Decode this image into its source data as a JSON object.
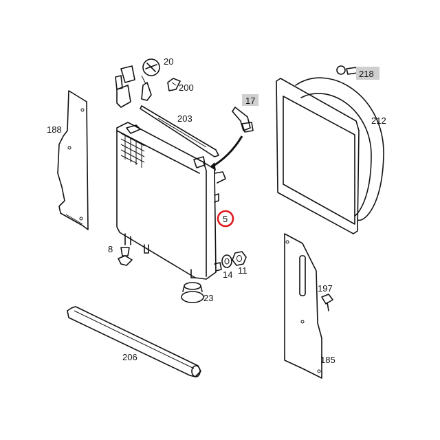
{
  "labels": {
    "p20": "20",
    "p200": "200",
    "p17": "17",
    "p218": "218",
    "p188": "188",
    "p203": "203",
    "p212": "212",
    "p5": "5",
    "p8": "8",
    "p14": "14",
    "p11": "11",
    "p23": "23",
    "p197": "197",
    "p206": "206",
    "p185": "185"
  },
  "colors": {
    "selected_ring": "#e0191e",
    "label_highlight": "#cfcfcf",
    "line": "#111111"
  },
  "selected_part": "5",
  "highlighted_parts": [
    "17",
    "218"
  ]
}
